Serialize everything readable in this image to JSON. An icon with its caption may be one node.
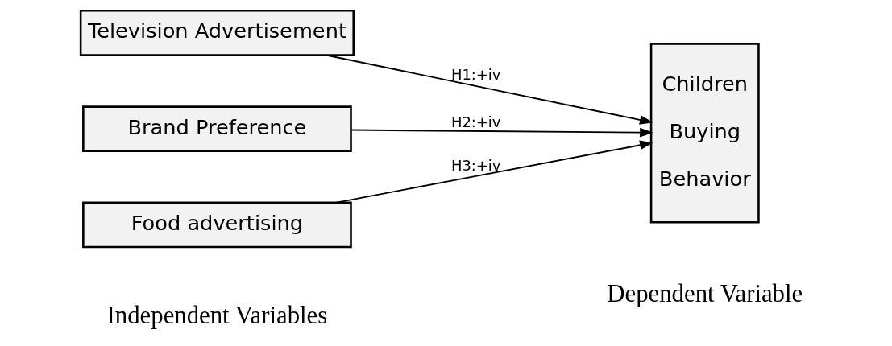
{
  "diagram": {
    "nodes": [
      {
        "text": [
          "Television Advertisement"
        ]
      },
      {
        "text": [
          "Brand Preference"
        ]
      },
      {
        "text": [
          "Food advertising"
        ]
      },
      {
        "text": [
          "Children Buying Behavior"
        ]
      }
    ],
    "edges": [
      {
        "from": 0,
        "to": 3,
        "arrow": "to",
        "label": "H1:+iv"
      },
      {
        "from": 1,
        "to": 3,
        "arrow": "to",
        "label": "H2:+iv"
      },
      {
        "from": 2,
        "to": 3,
        "arrow": "to",
        "label": "H3:+iv"
      }
    ],
    "labels": [
      "Independent Variables",
      "Dependent Variable"
    ]
  }
}
